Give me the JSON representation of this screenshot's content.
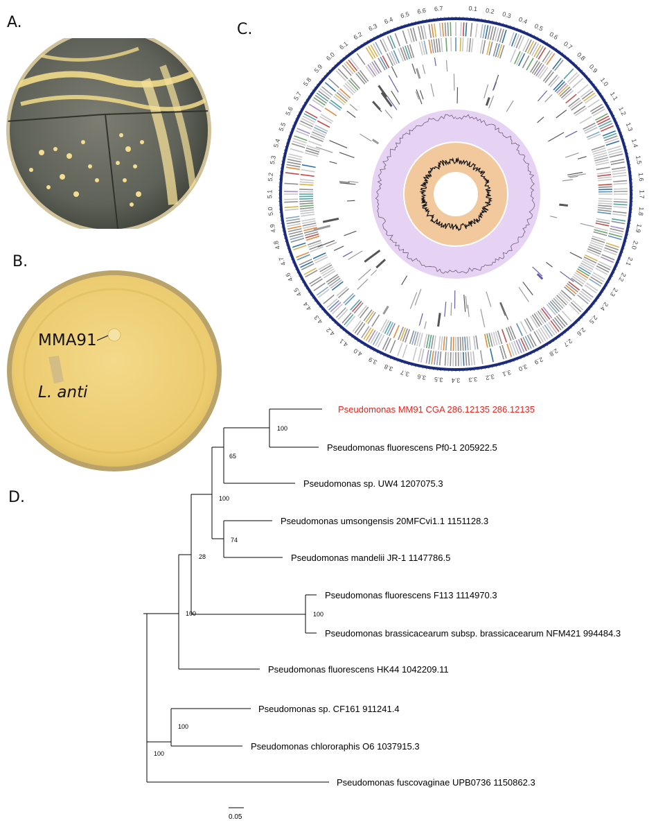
{
  "figure": {
    "panels": {
      "a": "A.",
      "b": "B.",
      "c": "C.",
      "d": "D."
    },
    "plate_b": {
      "strain_label": "MMA91",
      "antagonist_label": "L. anti"
    },
    "genome_map": {
      "tick_labels": [
        "0.1",
        "0.2",
        "0.3",
        "0.4",
        "0.5",
        "0.6",
        "0.7",
        "0.8",
        "0.9",
        "1.0",
        "1.1",
        "1.2",
        "1.3",
        "1.4",
        "1.5",
        "1.6",
        "1.7",
        "1.8",
        "1.9",
        "2.0",
        "2.1",
        "2.2",
        "2.3",
        "2.4",
        "2.5",
        "2.6",
        "2.7",
        "2.8",
        "2.9",
        "3.0",
        "3.1",
        "3.2",
        "3.3",
        "3.4",
        "3.5",
        "3.6",
        "3.7",
        "3.8",
        "3.9",
        "4.0",
        "4.1",
        "4.2",
        "4.3",
        "4.4",
        "4.5",
        "4.6",
        "4.7",
        "4.8",
        "4.9",
        "5.0",
        "5.1",
        "5.2",
        "5.3",
        "5.4",
        "5.5",
        "5.6",
        "5.7",
        "5.8",
        "5.9",
        "6.0",
        "6.1",
        "6.2",
        "6.3",
        "6.4",
        "6.5",
        "6.6",
        "6.7"
      ],
      "outer_ring_color": "#1b2a7a",
      "gc_skew_fill": "#e6d2f2",
      "gc_content_fill": "#f2c99c"
    },
    "tree": {
      "scale_label": "0.05",
      "highlight_color": "#e8231b",
      "taxa": [
        {
          "label": "Pseudomonas MM91 CGA 286.12135 286.12135",
          "highlight": true
        },
        {
          "label": "Pseudomonas fluorescens Pf0-1 205922.5",
          "highlight": false
        },
        {
          "label": "Pseudomonas sp. UW4 1207075.3",
          "highlight": false
        },
        {
          "label": "Pseudomonas umsongensis 20MFCvi1.1 1151128.3",
          "highlight": false
        },
        {
          "label": "Pseudomonas mandelii JR-1 1147786.5",
          "highlight": false
        },
        {
          "label": "Pseudomonas fluorescens F113 1114970.3",
          "highlight": false
        },
        {
          "label": "Pseudomonas brassicacearum subsp. brassicacearum NFM421 994484.3",
          "highlight": false
        },
        {
          "label": "Pseudomonas fluorescens HK44 1042209.11",
          "highlight": false
        },
        {
          "label": "Pseudomonas sp. CF161 911241.4",
          "highlight": false
        },
        {
          "label": "Pseudomonas chlororaphis O6 1037915.3",
          "highlight": false
        },
        {
          "label": "Pseudomonas fuscovaginae UPB0736 1150862.3",
          "highlight": false
        }
      ],
      "bootstrap": [
        "100",
        "65",
        "100",
        "74",
        "28",
        "100",
        "100",
        "100",
        "100"
      ]
    }
  }
}
